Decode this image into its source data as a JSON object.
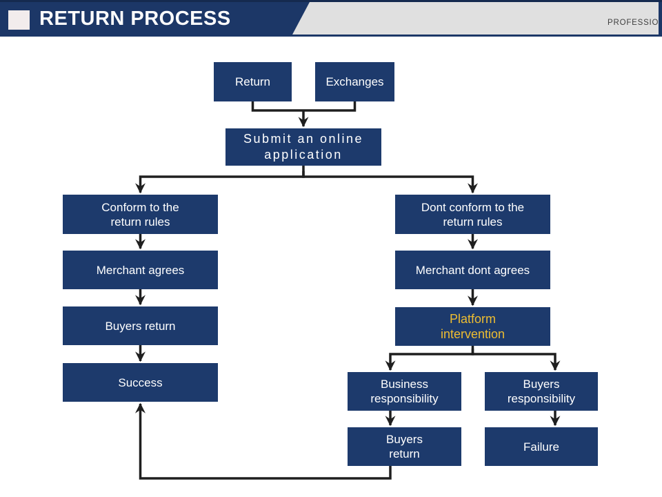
{
  "slide": {
    "header": {
      "title": "RETURN PROCESS",
      "subtitle": "PROFESSIONAL OUALITY VISIBLE"
    },
    "colors": {
      "box_navy": "#1d3a6c",
      "header_navy": "#1c3767",
      "gold_text": "#eebd31",
      "panel_gray": "#e0e0e0",
      "connector_black": "#1f1f1f"
    },
    "nodes": {
      "return": {
        "label": "Return"
      },
      "exchanges": {
        "label": "Exchanges"
      },
      "submit": {
        "label": "Submit an online\napplication"
      },
      "conform": {
        "label": "Conform to the\nreturn rules"
      },
      "merchant_agrees": {
        "label": "Merchant agrees"
      },
      "buyers_return_left": {
        "label": "Buyers return"
      },
      "success": {
        "label": "Success"
      },
      "dont_conform": {
        "label": "Dont conform to the\nreturn rules"
      },
      "merchant_dont_agrees": {
        "label": "Merchant dont agrees"
      },
      "platform_intervention": {
        "label": "Platform\nintervention"
      },
      "business_responsibility": {
        "label": "Business\nresponsibility"
      },
      "buyers_responsibility": {
        "label": "Buyers\nresponsibility"
      },
      "buyers_return_bottom": {
        "label": "Buyers\nreturn"
      },
      "failure": {
        "label": "Failure"
      }
    }
  }
}
